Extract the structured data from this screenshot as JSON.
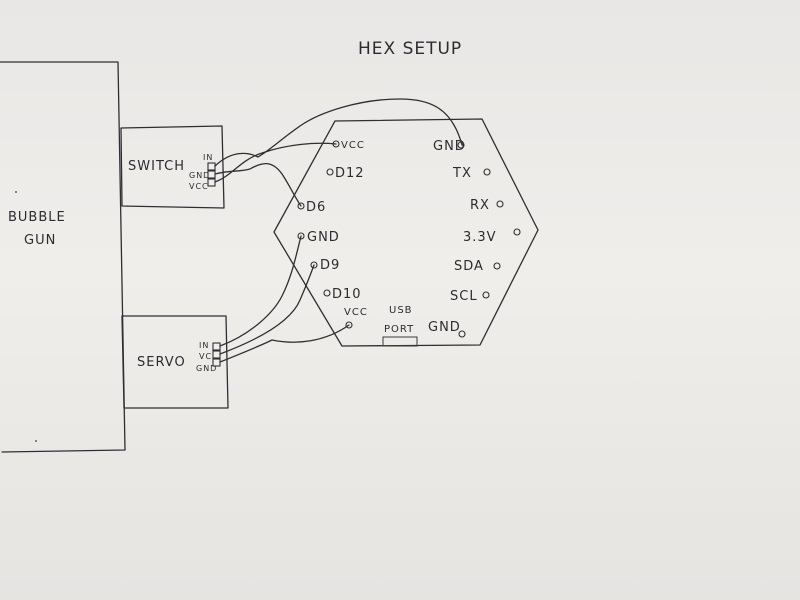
{
  "title": "HEX SETUP",
  "bubble_gun": {
    "line1": "BUBBLE",
    "line2": "GUN"
  },
  "switch": {
    "label": "SWITCH",
    "pins": [
      "IN",
      "GND",
      "VCC"
    ]
  },
  "servo": {
    "label": "SERVO",
    "pins": [
      "IN",
      "VCC",
      "GND"
    ]
  },
  "hex_board": {
    "left_pins": [
      "VCC",
      "D12",
      "D6",
      "GND",
      "D9",
      "D10",
      "VCC"
    ],
    "right_pins": [
      "GND",
      "TX",
      "RX",
      "3.3V",
      "SDA",
      "SCL",
      "GND"
    ],
    "usb_line1": "USB",
    "usb_line2": "PORT"
  },
  "colors": {
    "ink": "#2f2f33",
    "paper": "#ebe9e6"
  }
}
